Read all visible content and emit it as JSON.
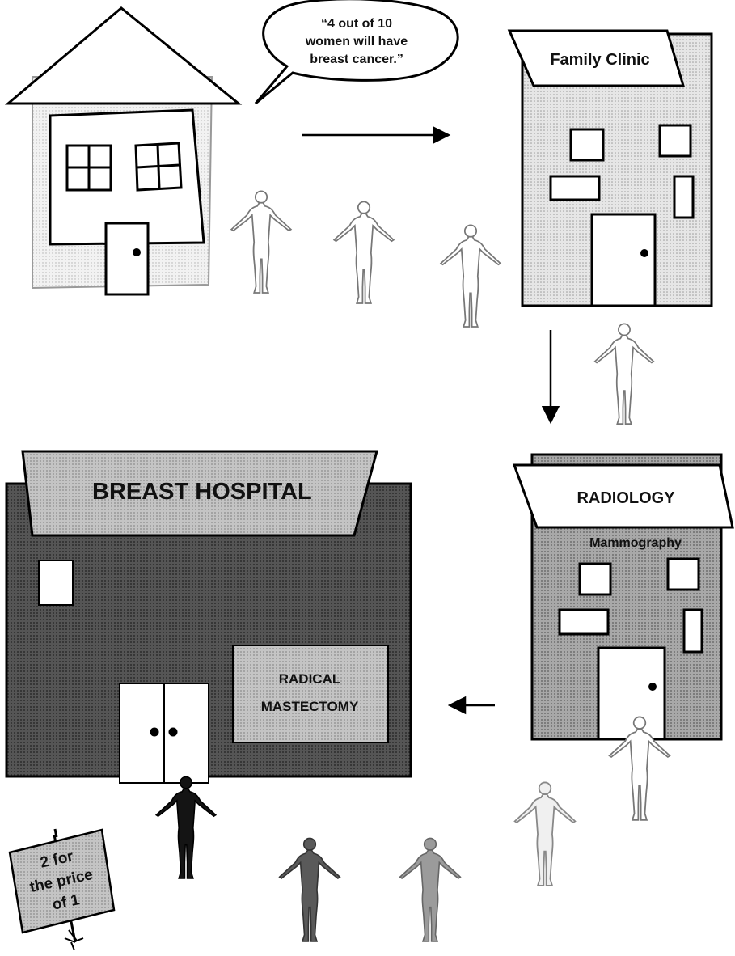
{
  "speech_bubble": {
    "lines": [
      "“4 out of 10",
      "women will have",
      "breast cancer.”"
    ]
  },
  "family_clinic": {
    "sign": "Family Clinic"
  },
  "radiology": {
    "sign": "RADIOLOGY",
    "subtitle": "Mammography"
  },
  "breast_hospital": {
    "sign": "BREAST HOSPITAL",
    "procedure_lines": [
      "RADICAL",
      "MASTECTOMY"
    ]
  },
  "yard_sign": {
    "lines": [
      "2 for",
      "the price",
      "of 1"
    ]
  },
  "colors": {
    "house_fill": "#eeeeee",
    "clinic_fill": "#e2e2e2",
    "radiology_fill": "#9a9a9a",
    "hospital_fill": "#4a4a4a",
    "sign_fill": "#b8b8b8",
    "procedure_fill": "#c9c9c9"
  }
}
